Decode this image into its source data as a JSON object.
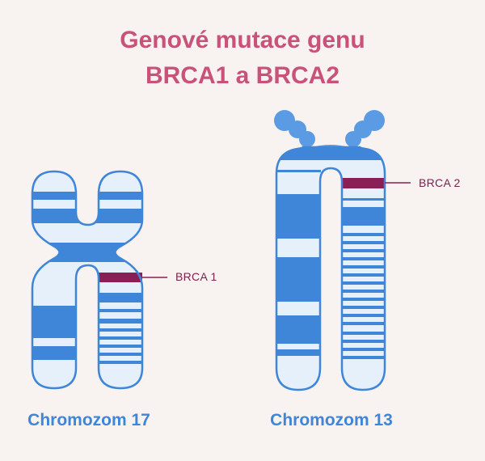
{
  "title": {
    "line1": "Genové mutace genu",
    "line2": "BRCA1 a BRCA2"
  },
  "chromosomes": [
    {
      "name": "Chromozom 17",
      "gene": "BRCA 1"
    },
    {
      "name": "Chromozom 13",
      "gene": "BRCA 2"
    }
  ],
  "colors": {
    "background": "#f8f2f1",
    "chromosome_fill": "#e6f0fb",
    "band": "#3f86d8",
    "outline": "#3f86d8",
    "gene_band": "#8a1f56",
    "title": "#c8527a",
    "label": "#3f86d8"
  }
}
